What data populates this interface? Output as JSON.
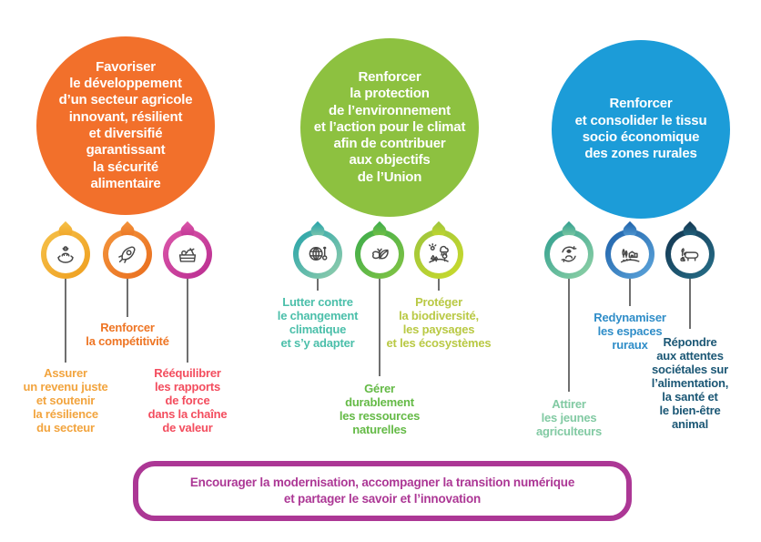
{
  "page": {
    "background": "#ffffff"
  },
  "groups": [
    {
      "id": "agriculture-economy",
      "circle": {
        "text": "Favoriser\nle développement\nd’un secteur agricole\ninnovant, résilient\net diversifié\ngarantissant\nla sécurité\nalimentaire",
        "color": "#F2702B"
      },
      "objectives": [
        {
          "icon": "farmer-in-hands-icon",
          "ring": [
            "#F5C14A",
            "#EF9E1E"
          ],
          "label": "Assurer\nun revenu juste\net soutenir\nla résilience\ndu secteur",
          "label_color": "#F2A43E"
        },
        {
          "icon": "rocket-icon",
          "ring": [
            "#F3953C",
            "#E96D1E"
          ],
          "label": "Renforcer\nla compétitivité",
          "label_color": "#EE7524"
        },
        {
          "icon": "vegetable-crate-icon",
          "ring": [
            "#DC58AA",
            "#B92C90"
          ],
          "label": "Rééquilibrer\nles rapports\nde force\ndans la chaîne\nde valeur",
          "label_color": "#F34D5E"
        }
      ]
    },
    {
      "id": "environment-climate",
      "circle": {
        "text": "Renforcer\nla protection\nde l’environnement\net l’action pour le climat\nafin de contribuer\naux objectifs\nde l’Union",
        "color": "#8DC140"
      },
      "objectives": [
        {
          "icon": "globe-thermometer-icon",
          "ring": [
            "#23A2AA",
            "#96CFAC"
          ],
          "label": "Lutter contre\nle changement\nclimatique\net s’y adapter",
          "label_color": "#4BBFAA"
        },
        {
          "icon": "butterfly-leaf-icon",
          "ring": [
            "#3BAC4B",
            "#85C544"
          ],
          "label": "Gérer\ndurablement\nles ressources\nnaturelles",
          "label_color": "#64BA46"
        },
        {
          "icon": "landscape-weather-icon",
          "ring": [
            "#9CC43D",
            "#CBDB2B"
          ],
          "label": "Protéger\nla biodiversité,\nles paysages\net les écosystèmes",
          "label_color": "#B9C944"
        }
      ]
    },
    {
      "id": "rural-social",
      "circle": {
        "text": "Renforcer\net consolider le tissu\nsocio économique\ndes zones rurales",
        "color": "#1C9CD8"
      },
      "objectives": [
        {
          "icon": "farmer-renewal-icon",
          "ring": [
            "#2E9E8F",
            "#93D3A7"
          ],
          "label": "Attirer\nles jeunes\nagriculteurs",
          "label_color": "#82CAA3"
        },
        {
          "icon": "rural-village-icon",
          "ring": [
            "#1D5FA8",
            "#5EA7DC"
          ],
          "label": "Redynamiser\nles espaces\nruraux",
          "label_color": "#2F8DC8"
        },
        {
          "icon": "livestock-welfare-icon",
          "ring": [
            "#13344F",
            "#26708A"
          ],
          "label": "Répondre\naux attentes\nsociétales sur\nl’alimentation,\nla santé et\nle bien-être\nanimal",
          "label_color": "#1B5775"
        }
      ]
    }
  ],
  "footer": {
    "text": "Encourager la modernisation, accompagner la transition numérique\net partager le savoir et l’innovation",
    "color": "#AC3795",
    "border_color": "#AC3795"
  }
}
